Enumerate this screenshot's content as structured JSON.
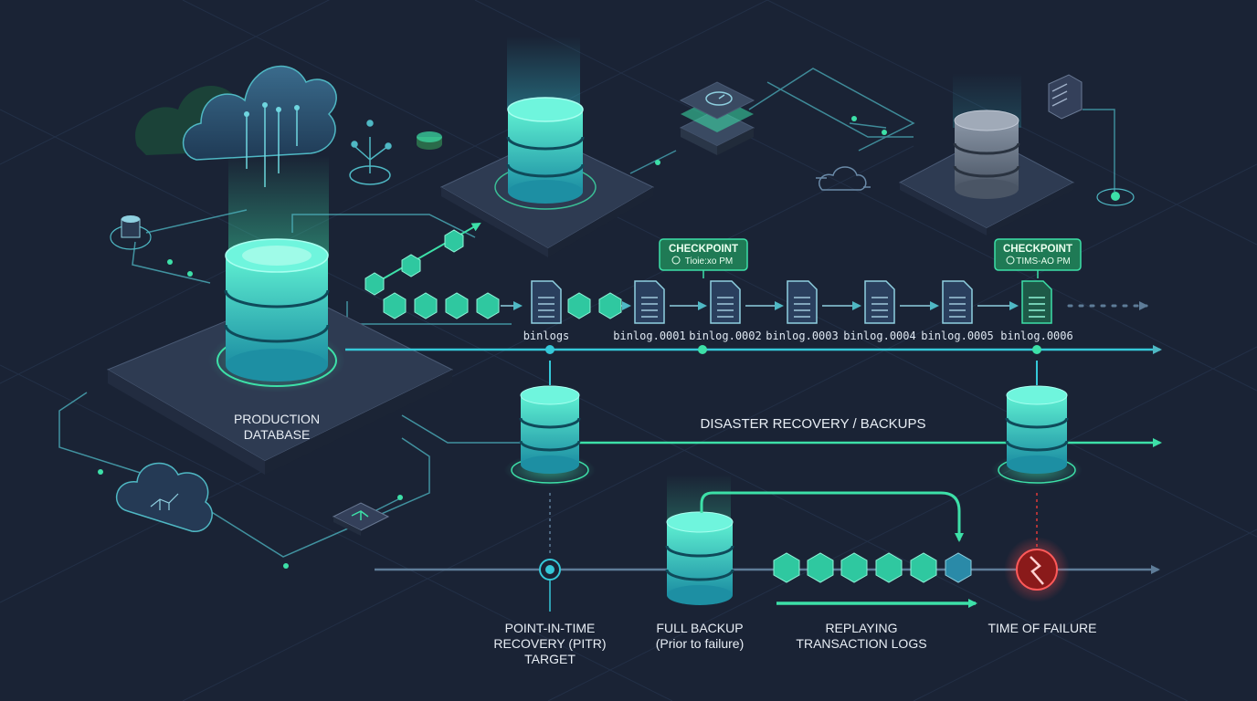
{
  "production_db": {
    "line1": "PRODUCTION",
    "line2": "DATABASE"
  },
  "binlog_lane": {
    "labels": [
      "binlogs",
      "binlog.0001",
      "binlog.0002",
      "binlog.0003",
      "binlog.0004",
      "binlog.0005",
      "binlog.0006"
    ]
  },
  "checkpoints": [
    {
      "title": "CHECKPOINT",
      "time": "Tioie:xo PM"
    },
    {
      "title": "CHECKPOINT",
      "time": "TIMS-AO PM"
    }
  ],
  "dr_label": "DISASTER RECOVERY / BACKUPS",
  "bottom": {
    "pitr": [
      "POINT-IN-TIME",
      "RECOVERY (PITR)",
      "TARGET"
    ],
    "full_backup": [
      "FULL BACKUP",
      "(Prior to failure)"
    ],
    "replaying": [
      "REPLAYING",
      "TRANSACTION LOGS"
    ],
    "failure": "TIME OF FAILURE"
  },
  "colors": {
    "background": "#1a2335",
    "accent": "#3de0a8",
    "teal": "#35c8d8",
    "failure": "#e03a3a",
    "text": "#e8eef5"
  }
}
